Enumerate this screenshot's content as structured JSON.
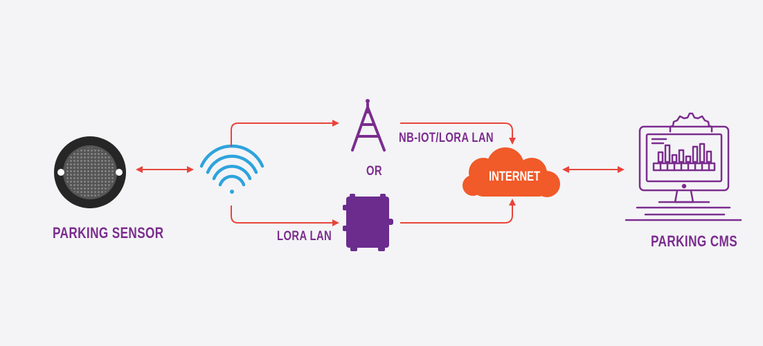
{
  "colors": {
    "background": "#f4f4f6",
    "purple": "#7b2d8e",
    "gateway_purple": "#6b2c8e",
    "arrow_red": "#e8443a",
    "wifi_blue": "#2ea3dd",
    "cloud_orange": "#f15a29",
    "sensor_dark": "#262626",
    "sensor_grey": "#8a8a8a"
  },
  "nodes": {
    "parking_sensor": {
      "label": "Parking Sensor",
      "icon": "parking-sensor-icon"
    },
    "wireless": {
      "icon": "wifi-icon"
    },
    "cell_tower": {
      "icon": "cell-tower-icon"
    },
    "or_label": "OR",
    "gateway": {
      "icon": "lora-gateway-icon"
    },
    "internet": {
      "label": "INTERNET",
      "icon": "cloud-icon"
    },
    "parking_cms": {
      "label": "Parking CMS",
      "icon": "monitor-dashboard-icon"
    }
  },
  "links": {
    "top": {
      "label": "NB-IOT/LORA LAN"
    },
    "bottom": {
      "label": "LORA LAN"
    }
  }
}
